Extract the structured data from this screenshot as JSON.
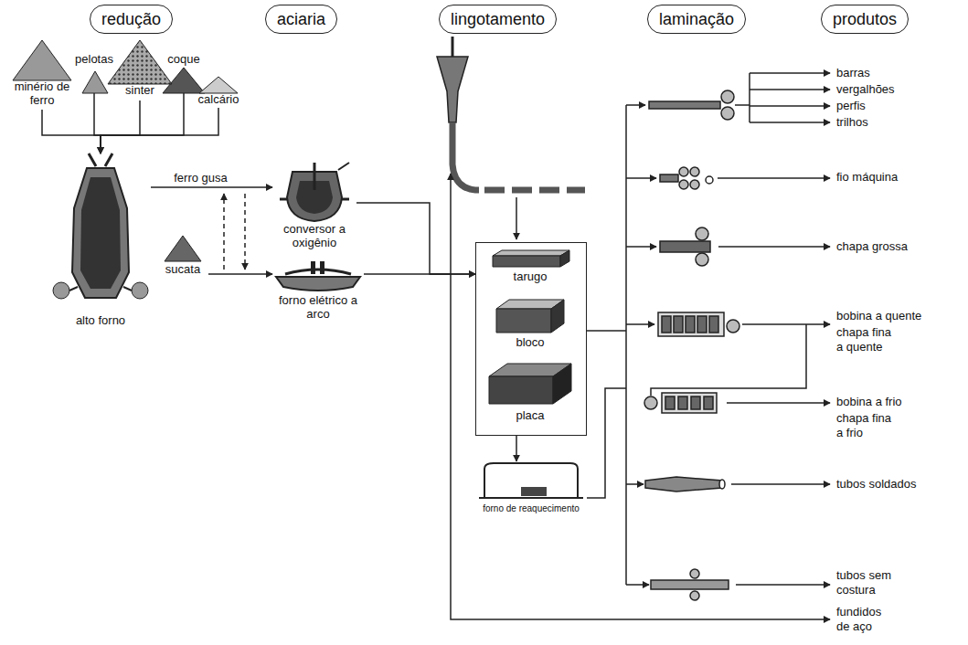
{
  "diagram": {
    "nodes": [
      {
        "text": [
          "redução"
        ]
      },
      {
        "text": [
          "aciaria"
        ]
      },
      {
        "text": [
          "lingotamento"
        ]
      },
      {
        "text": [
          "laminação"
        ]
      },
      {
        "text": [
          "produtos"
        ]
      },
      {
        "text": [
          "pelotas"
        ]
      },
      {
        "text": [
          "coque"
        ]
      },
      {
        "text": [
          "minério de ferro"
        ]
      },
      {
        "text": [
          "sinter"
        ]
      },
      {
        "text": [
          "calcário"
        ]
      },
      {
        "text": [
          "alto forno"
        ]
      },
      {
        "text": [
          "conversor a oxigênio"
        ]
      },
      {
        "text": [
          "sucata"
        ]
      },
      {
        "text": [
          "forno elétrico a arco"
        ]
      },
      {
        "text": []
      },
      {
        "text": [
          "tarugo"
        ],
        "in": 14
      },
      {
        "text": [
          "bloco"
        ],
        "in": 14
      },
      {
        "text": [
          "placa"
        ],
        "in": 14
      },
      {
        "text": [
          "forno de reaquecimento"
        ]
      }
    ],
    "edges": [
      {
        "from": 5,
        "to": 10,
        "arrow": "to"
      },
      {
        "from": 6,
        "to": 10,
        "arrow": "to"
      },
      {
        "from": 7,
        "to": 10,
        "arrow": "to"
      },
      {
        "from": 8,
        "to": 10,
        "arrow": "to"
      },
      {
        "from": 9,
        "to": 10,
        "arrow": "to"
      },
      {
        "from": 10,
        "to": 11,
        "label": "ferro gusa",
        "arrow": "to"
      },
      {
        "from": 12,
        "to": 13,
        "arrow": "to"
      },
      {
        "from": 11,
        "to": 14,
        "arrow": "to"
      },
      {
        "from": 13,
        "to": 14,
        "arrow": "to"
      },
      {
        "from": 14,
        "to": 18,
        "arrow": "to"
      }
    ],
    "labels": [
      "barras",
      "vergalhões",
      "perfis",
      "trilhos",
      "fio máquina",
      "chapa grossa",
      "bobina a quente",
      "chapa fina a quente",
      "bobina a frio",
      "chapa fina a frio",
      "tubos soldados",
      "tubos sem costura",
      "fundidos de aço"
    ]
  }
}
